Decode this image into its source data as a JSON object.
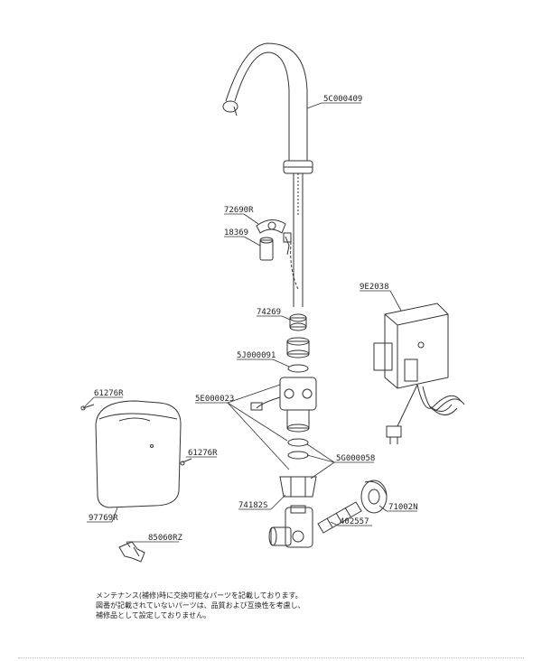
{
  "parts": {
    "spout": "5C000409",
    "ring_small": "72690R",
    "sleeve": "18369",
    "nut": "74269",
    "oring_upper": "5J000091",
    "valve": "5E000023",
    "oring_lower": "5G000058",
    "power_unit": "9E2038",
    "screw_top": "61276R",
    "screw_side": "61276R",
    "cover": "97769R",
    "key": "85060RZ",
    "bracket": "74182S",
    "nipple": "402557",
    "flange": "71002N"
  },
  "note": {
    "line1": "メンテナンス(補修)時に交換可能なパーツを記載しております。",
    "line2": "図番が記載されていないパーツは、品質および互換性を考慮し、",
    "line3": "補修品として設定しておりません。"
  }
}
